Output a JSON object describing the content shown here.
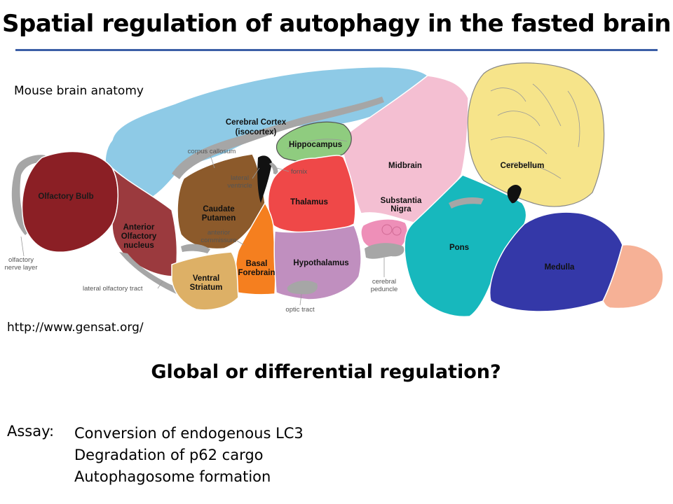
{
  "title": "Spatial regulation of autophagy in the fasted brain",
  "figure": {
    "caption": "Mouse brain anatomy",
    "source": "http://www.gensat.org/",
    "regions": {
      "cortex_line1": "Cerebral Cortex",
      "cortex_line2": "(isocortex)",
      "hippocampus": "Hippocampus",
      "midbrain": "Midbrain",
      "cerebellum": "Cerebellum",
      "olfactory_bulb": "Olfactory Bulb",
      "aon_line1": "Anterior",
      "aon_line2": "Olfactory",
      "aon_line3": "nucleus",
      "caudate_line1": "Caudate",
      "caudate_line2": "Putamen",
      "thalamus": "Thalamus",
      "substantia_line1": "Substantia",
      "substantia_line2": "Nigra",
      "pons": "Pons",
      "medulla": "Medulla",
      "hypothalamus": "Hypothalamus",
      "basal_line1": "Basal",
      "basal_line2": "Forebrain",
      "ventral_line1": "Ventral",
      "ventral_line2": "Striatum"
    },
    "structures": {
      "corpus_callosum": "corpus callosum",
      "lateral_ventricle_line1": "lateral",
      "lateral_ventricle_line2": "ventricle",
      "fornix": "fornix",
      "anterior_commissure_line1": "anterior",
      "anterior_commissure_line2": "commissure",
      "olfactory_nerve_line1": "olfactory",
      "olfactory_nerve_line2": "nerve layer",
      "lateral_olfactory_tract": "lateral olfactory tract",
      "optic_tract": "optic tract",
      "cerebral_peduncle_line1": "cerebral",
      "cerebral_peduncle_line2": "peduncle"
    },
    "colors": {
      "cortex": "#8ecae6",
      "hippocampus": "#8fcc7f",
      "midbrain": "#f4bfd2",
      "cerebellum": "#f6e48a",
      "olfactory_bulb": "#8b1f25",
      "aon": "#9b3a3e",
      "caudate": "#8c5a2b",
      "thalamus": "#ef4848",
      "basal_forebrain": "#f57f1f",
      "ventral_striatum": "#ddb066",
      "hypothalamus": "#c08fbf",
      "pons": "#17b8bd",
      "medulla": "#3438a8",
      "spinal": "#f6b196",
      "fiber": "#a6a6a6",
      "accent_rule": "#3b5ea6"
    }
  },
  "question": "Global or differential regulation?",
  "assay": {
    "label": "Assay:",
    "items": [
      "Conversion of endogenous LC3",
      "Degradation of p62 cargo",
      "Autophagosome formation"
    ]
  }
}
